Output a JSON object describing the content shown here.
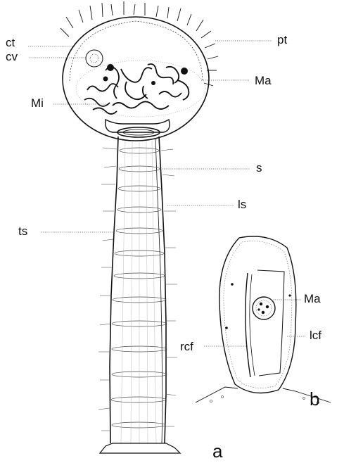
{
  "figure": {
    "labels": {
      "ct": "ct",
      "cv": "cv",
      "pt": "pt",
      "Ma_a": "Ma",
      "Mi": "Mi",
      "s": "s",
      "ls": "ls",
      "ts": "ts",
      "Ma_b": "Ma",
      "lcf": "lcf",
      "rcf": "rcf"
    },
    "panels": {
      "a": "a",
      "b": "b"
    }
  }
}
